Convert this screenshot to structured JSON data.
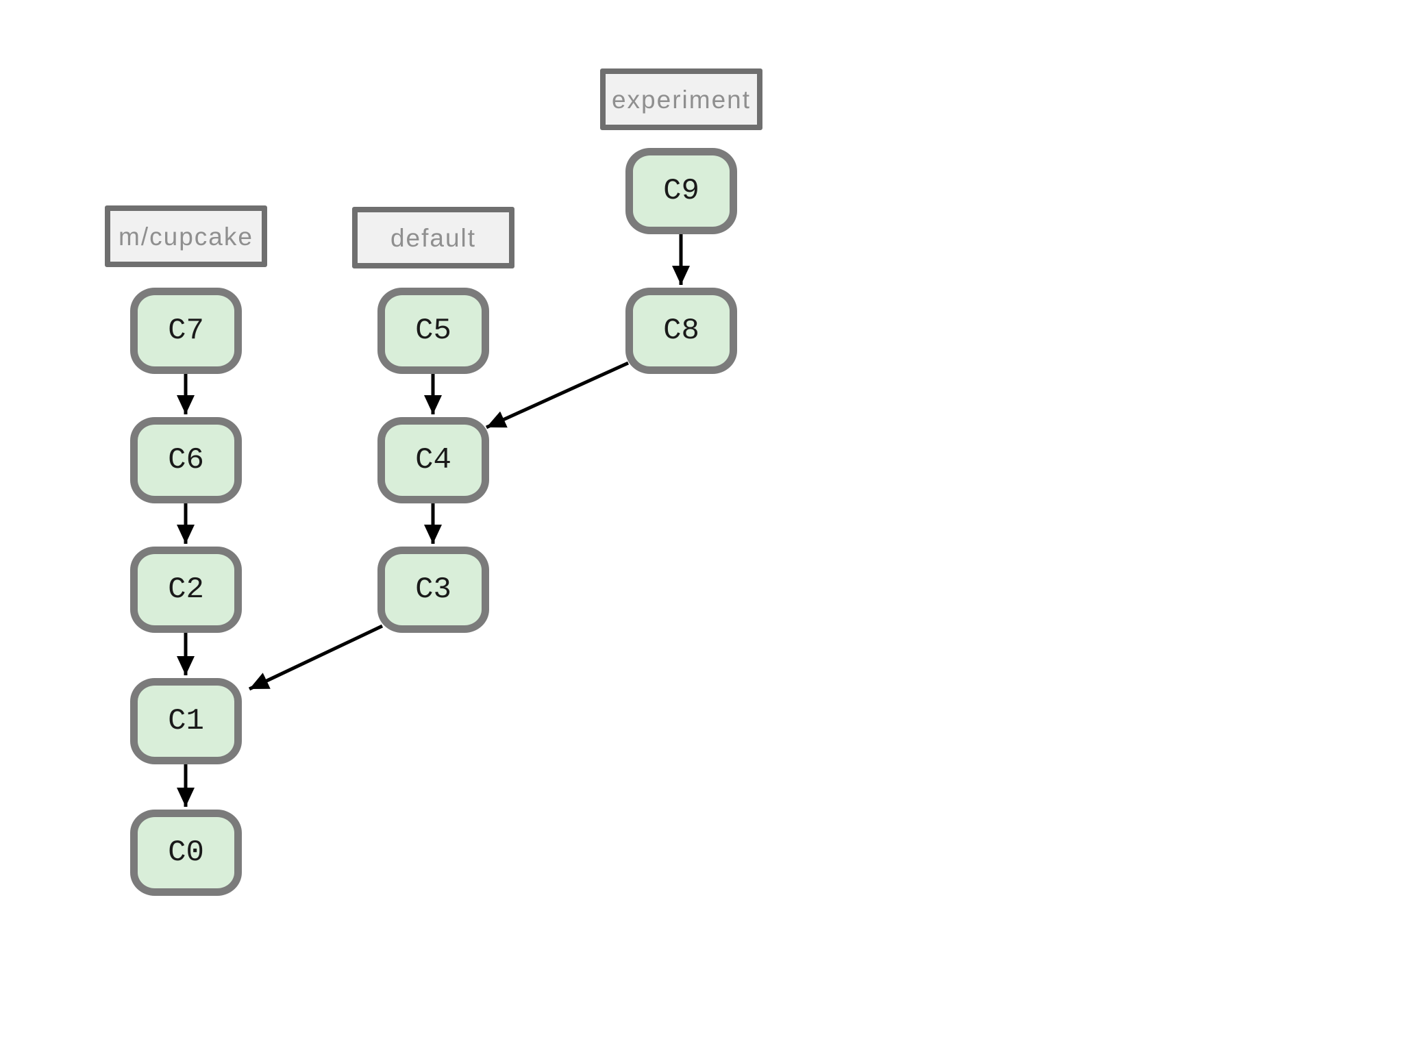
{
  "graph": {
    "branches": [
      {
        "name": "m/cupcake"
      },
      {
        "name": "default"
      },
      {
        "name": "experiment"
      }
    ],
    "commits": [
      {
        "id": "C9"
      },
      {
        "id": "C7"
      },
      {
        "id": "C5"
      },
      {
        "id": "C8"
      },
      {
        "id": "C6"
      },
      {
        "id": "C4"
      },
      {
        "id": "C2"
      },
      {
        "id": "C3"
      },
      {
        "id": "C1"
      },
      {
        "id": "C0"
      }
    ],
    "edges": [
      {
        "from": "C9",
        "to": "C8"
      },
      {
        "from": "C7",
        "to": "C6"
      },
      {
        "from": "C6",
        "to": "C2"
      },
      {
        "from": "C2",
        "to": "C1"
      },
      {
        "from": "C1",
        "to": "C0"
      },
      {
        "from": "C5",
        "to": "C4"
      },
      {
        "from": "C4",
        "to": "C3"
      },
      {
        "from": "C8",
        "to": "C4"
      },
      {
        "from": "C3",
        "to": "C1"
      }
    ]
  },
  "theme": {
    "background": "#ffffff",
    "node_fill": "#d9eed9",
    "node_border": "#7b7b7b",
    "node_text": "#1a1a1a",
    "label_fill": "#f1f1f1",
    "label_border": "#6f6f6f",
    "label_text": "#8f8f8f",
    "arrow": "#000000"
  }
}
